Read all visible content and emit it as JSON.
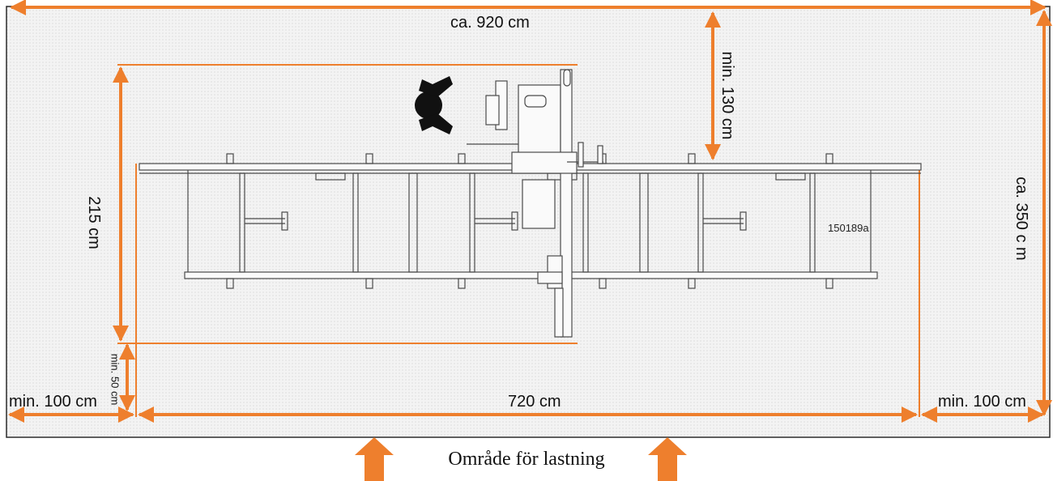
{
  "dimensions": {
    "total_width": "ca. 920 cm",
    "top_clearance": "min. 130 cm",
    "total_depth": "ca. 350 c m",
    "machine_depth": "215 cm",
    "front_clearance": "min. 50 cm",
    "left_clearance": "min. 100 cm",
    "machine_length": "720 cm",
    "right_clearance": "min. 100 cm"
  },
  "drawing_code": "150189a",
  "loading_area": "Område för lastning",
  "colors": {
    "dimension": "#ee7f2d",
    "outline": "#2b2b2b",
    "floor": "#eeeeee",
    "machine": "#4a4a4a"
  }
}
